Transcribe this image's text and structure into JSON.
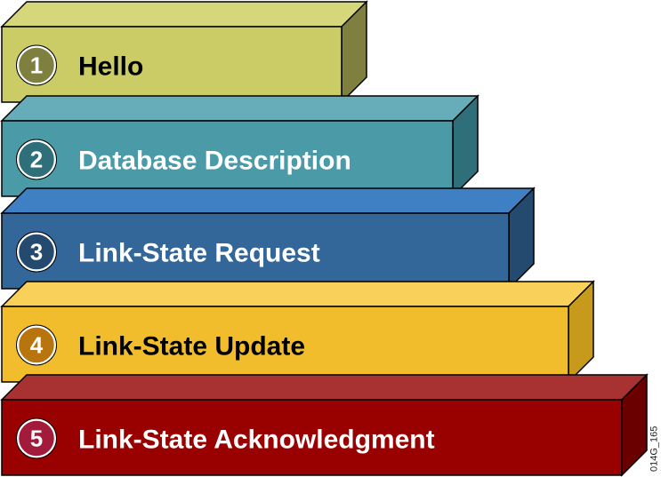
{
  "figure_id": "014G_165",
  "stack": [
    {
      "number": "1",
      "label": "Hello",
      "front": "#cccc66",
      "top": "#d6d67a",
      "side": "#7f7f3f",
      "badge_fill": "#7f7f3f",
      "label_color": "#000000"
    },
    {
      "number": "2",
      "label": "Database Description",
      "front": "#4b9aa8",
      "top": "#66adb9",
      "side": "#2f6f7a",
      "badge_fill": "#2f6f7a",
      "label_color": "#ffffff"
    },
    {
      "number": "3",
      "label": "Link-State Request",
      "front": "#336699",
      "top": "#3f7fc4",
      "side": "#244a70",
      "badge_fill": "#244a70",
      "label_color": "#ffffff"
    },
    {
      "number": "4",
      "label": "Link-State Update",
      "front": "#f2bd2c",
      "top": "#f9d15a",
      "side": "#c89a1c",
      "badge_fill": "#b8740d",
      "label_color": "#000000"
    },
    {
      "number": "5",
      "label": "Link-State Acknowledgment",
      "front": "#990000",
      "top": "#a83232",
      "side": "#6b0000",
      "badge_fill": "#a31a3a",
      "label_color": "#ffffff"
    }
  ]
}
